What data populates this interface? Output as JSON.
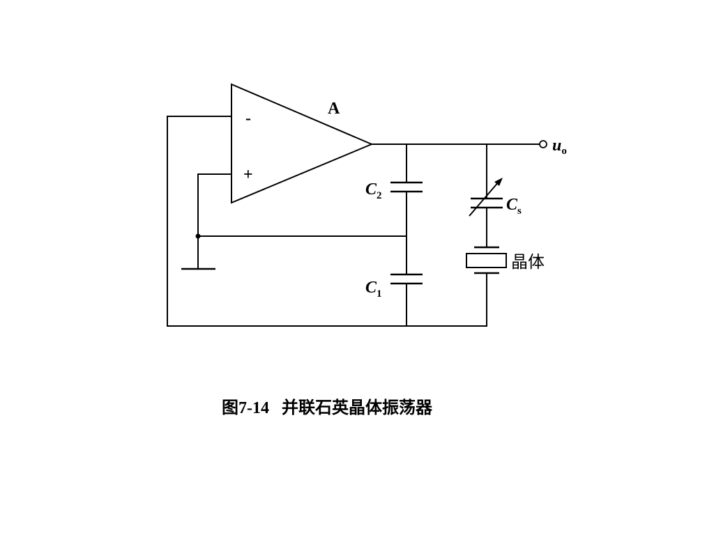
{
  "diagram": {
    "opamp_label": "A",
    "inverting_sign": "-",
    "noninverting_sign": "+",
    "output": {
      "symbol": "u",
      "subscript": "o"
    },
    "c2": {
      "symbol": "C",
      "subscript": "2"
    },
    "c1": {
      "symbol": "C",
      "subscript": "1"
    },
    "cs": {
      "symbol": "C",
      "subscript": "s"
    },
    "crystal_label": "晶体"
  },
  "caption": {
    "number": "图7-14",
    "title": "并联石英晶体振荡器"
  }
}
